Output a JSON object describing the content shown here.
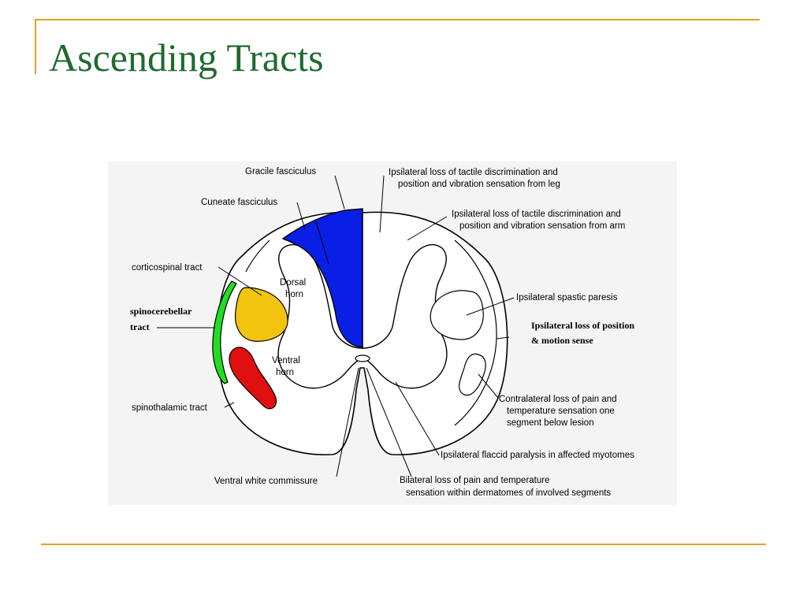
{
  "slide": {
    "title": "Ascending Tracts"
  },
  "diagram": {
    "labels": {
      "gracile": "Gracile fasciculus",
      "cuneate": "Cuneate fasciculus",
      "corticospinal": "corticospinal tract",
      "spinocerebellar_1": "spinocerebellar",
      "spinocerebellar_2": "tract",
      "spinothalamic": "spinothalamic tract",
      "dorsal_horn_1": "Dorsal",
      "dorsal_horn_2": "horn",
      "ventral_horn_1": "Ventral",
      "ventral_horn_2": "horn",
      "ventral_commissure": "Ventral white commissure",
      "leg_1": "Ipsilateral loss of tactile discrimination and",
      "leg_2": "position and vibration sensation from leg",
      "arm_1": "Ipsilateral loss of tactile discrimination and",
      "arm_2": "position and vibration sensation from arm",
      "spastic": "Ipsilateral spastic paresis",
      "position_1": "Ipsilateral loss of position",
      "position_2": "& motion sense",
      "contralateral_1": "Contralateral loss of pain and",
      "contralateral_2": "temperature sensation one",
      "contralateral_3": "segment below lesion",
      "flaccid": "Ipsilateral flaccid paralysis in affected myotomes",
      "bilateral_1": "Bilateral loss of pain and temperature",
      "bilateral_2": "sensation within dermatomes of involved segments"
    },
    "colors": {
      "dorsal_columns": "#0a1fe6",
      "corticospinal": "#f2c40f",
      "spinocerebellar": "#22dd22",
      "spinothalamic": "#e01010"
    }
  }
}
